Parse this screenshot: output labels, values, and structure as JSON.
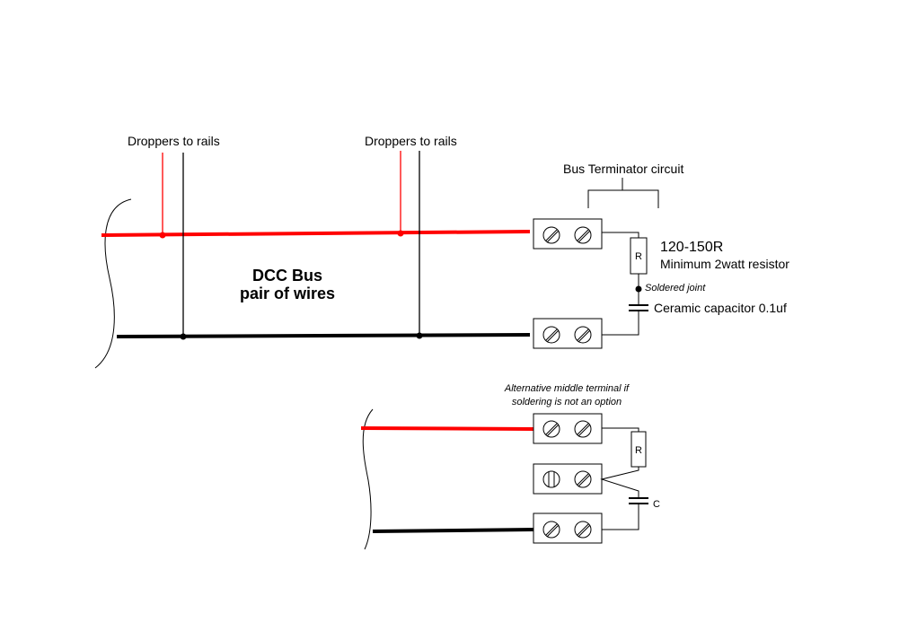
{
  "labels": {
    "droppers_left": "Droppers to rails",
    "droppers_right": "Droppers to rails",
    "terminator_title": "Bus Terminator circuit",
    "resistor_value": "120-150R",
    "resistor_rating": "Minimum 2watt resistor",
    "soldered_joint": "Soldered joint",
    "capacitor": "Ceramic capacitor 0.1uf",
    "bus_title_1": "DCC Bus",
    "bus_title_2": "pair of wires",
    "alt_note_1": "Alternative middle terminal if",
    "alt_note_2": "soldering is not an option",
    "resistor_symbol": "R",
    "resistor_symbol_alt": "R",
    "capacitor_symbol_alt": "C"
  },
  "colors": {
    "red_wire": "#ff0000",
    "black_wire": "#000000"
  }
}
